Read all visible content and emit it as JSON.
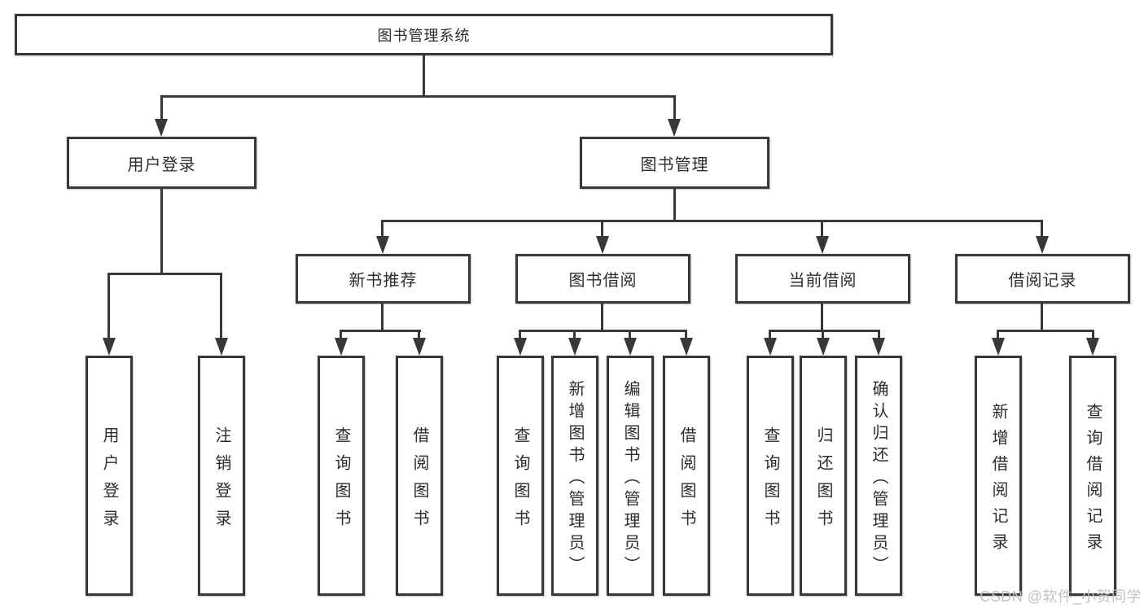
{
  "tree": {
    "label": "图书管理系统",
    "children": [
      {
        "label": "用户登录",
        "children": [
          {
            "label": "用户登录"
          },
          {
            "label": "注销登录"
          }
        ]
      },
      {
        "label": "图书管理",
        "children": [
          {
            "label": "新书推荐",
            "children": [
              {
                "label": "查询图书"
              },
              {
                "label": "借阅图书"
              }
            ]
          },
          {
            "label": "图书借阅",
            "children": [
              {
                "label": "查询图书"
              },
              {
                "label": "新增图书（管理员）"
              },
              {
                "label": "编辑图书（管理员）"
              },
              {
                "label": "借阅图书"
              }
            ]
          },
          {
            "label": "当前借阅",
            "children": [
              {
                "label": "查询图书"
              },
              {
                "label": "归还图书"
              },
              {
                "label": "确认归还（管理员）"
              }
            ]
          },
          {
            "label": "借阅记录",
            "children": [
              {
                "label": "新增借阅记录"
              },
              {
                "label": "查询借阅记录"
              }
            ]
          }
        ]
      }
    ]
  },
  "watermark": {
    "text": "CSDN @软件_小贺同学"
  },
  "colors": {
    "line": "#383838",
    "text": "#2d2d2d",
    "background": "#ffffff",
    "watermark": "#c2c2c6"
  }
}
